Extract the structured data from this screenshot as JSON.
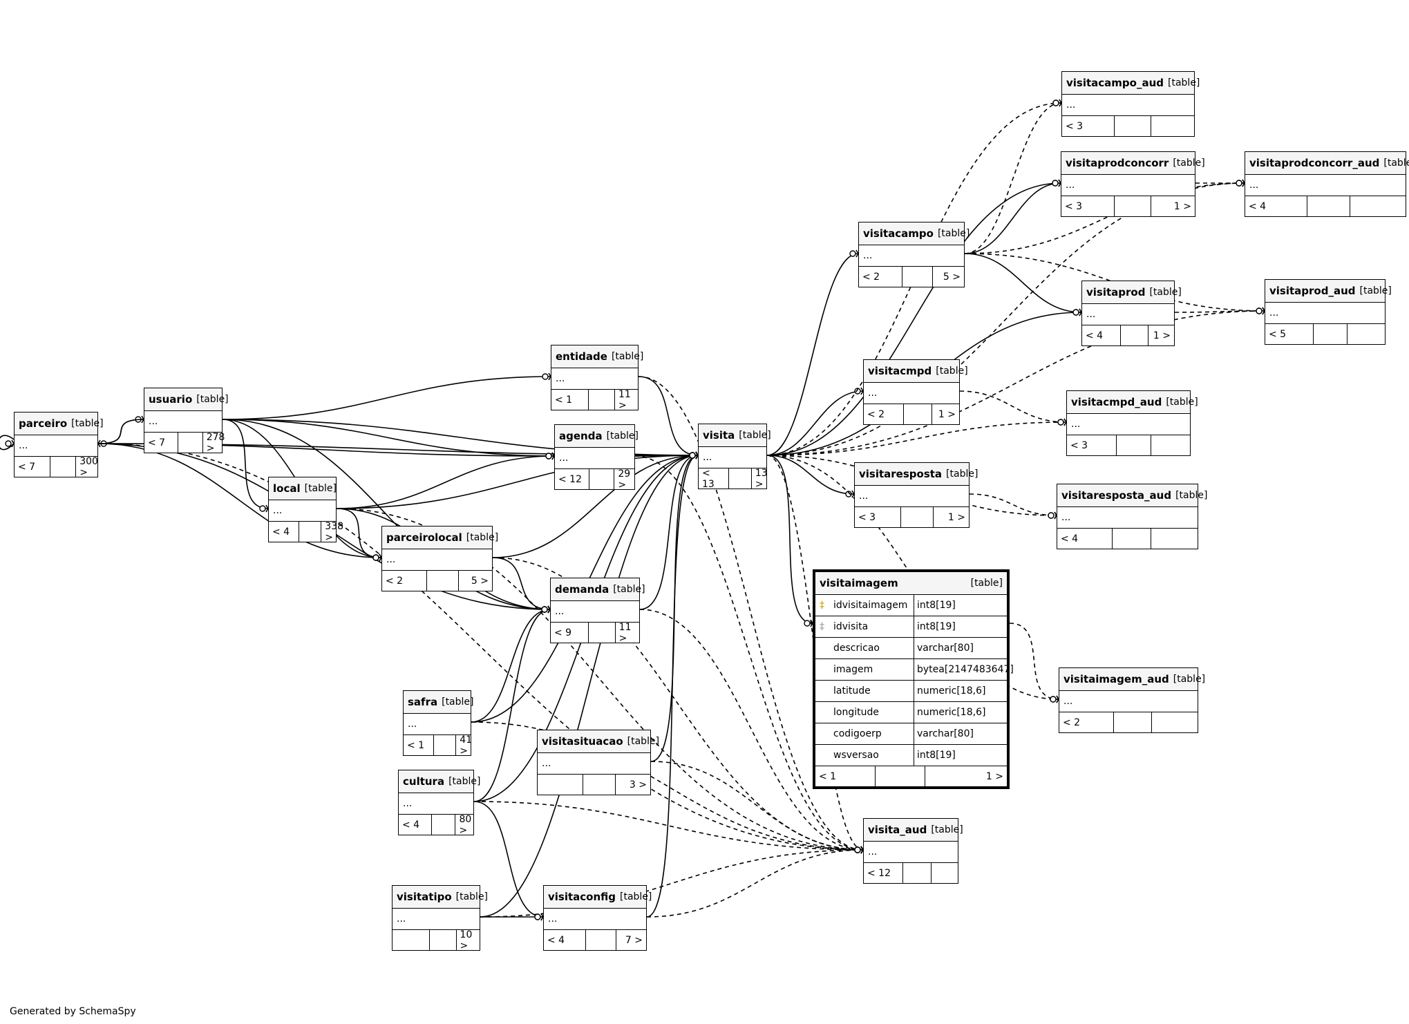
{
  "credit": "Generated by SchemaSpy",
  "table_tag": "[table]",
  "columns_placeholder": "...",
  "tables": {
    "parceiro": {
      "name": "parceiro",
      "parents": "< 7",
      "children": "300 >"
    },
    "usuario": {
      "name": "usuario",
      "parents": "< 7",
      "children": "278 >"
    },
    "local": {
      "name": "local",
      "parents": "< 4",
      "children": "338 >"
    },
    "parceirolocal": {
      "name": "parceirolocal",
      "parents": "< 2",
      "children": "5 >"
    },
    "entidade": {
      "name": "entidade",
      "parents": "< 1",
      "children": "11 >"
    },
    "agenda": {
      "name": "agenda",
      "parents": "< 12",
      "children": "29 >"
    },
    "demanda": {
      "name": "demanda",
      "parents": "< 9",
      "children": "11 >"
    },
    "visita": {
      "name": "visita",
      "parents": "< 13",
      "children": "13 >"
    },
    "safra": {
      "name": "safra",
      "parents": "< 1",
      "children": "41 >"
    },
    "cultura": {
      "name": "cultura",
      "parents": "< 4",
      "children": "80 >"
    },
    "visitasituacao": {
      "name": "visitasituacao",
      "parents": "",
      "children": "3 >"
    },
    "visitatipo": {
      "name": "visitatipo",
      "parents": "",
      "children": "10 >"
    },
    "visitaconfig": {
      "name": "visitaconfig",
      "parents": "< 4",
      "children": "7 >"
    },
    "visitacampo": {
      "name": "visitacampo",
      "parents": "< 2",
      "children": "5 >"
    },
    "visitacampo_aud": {
      "name": "visitacampo_aud",
      "parents": "< 3",
      "children": ""
    },
    "visitaprodconcorr": {
      "name": "visitaprodconcorr",
      "parents": "< 3",
      "children": "1 >"
    },
    "visitaprodconcorr_aud": {
      "name": "visitaprodconcorr_aud",
      "parents": "< 4",
      "children": ""
    },
    "visitaprod": {
      "name": "visitaprod",
      "parents": "< 4",
      "children": "1 >"
    },
    "visitaprod_aud": {
      "name": "visitaprod_aud",
      "parents": "< 5",
      "children": ""
    },
    "visitacmpd": {
      "name": "visitacmpd",
      "parents": "< 2",
      "children": "1 >"
    },
    "visitacmpd_aud": {
      "name": "visitacmpd_aud",
      "parents": "< 3",
      "children": ""
    },
    "visitaresposta": {
      "name": "visitaresposta",
      "parents": "< 3",
      "children": "1 >"
    },
    "visitaresposta_aud": {
      "name": "visitaresposta_aud",
      "parents": "< 4",
      "children": ""
    },
    "visitaimagem_aud": {
      "name": "visitaimagem_aud",
      "parents": "< 2",
      "children": ""
    },
    "visita_aud": {
      "name": "visita_aud",
      "parents": "< 12",
      "children": ""
    },
    "visitaimagem": {
      "name": "visitaimagem",
      "parents": "< 1",
      "children": "1 >",
      "columns": [
        {
          "name": "idvisitaimagem",
          "type": "int8[19]",
          "key": "pk"
        },
        {
          "name": "idvisita",
          "type": "int8[19]",
          "key": "fk"
        },
        {
          "name": "descricao",
          "type": "varchar[80]",
          "key": ""
        },
        {
          "name": "imagem",
          "type": "bytea[2147483647]",
          "key": ""
        },
        {
          "name": "latitude",
          "type": "numeric[18,6]",
          "key": ""
        },
        {
          "name": "longitude",
          "type": "numeric[18,6]",
          "key": ""
        },
        {
          "name": "codigoerp",
          "type": "varchar[80]",
          "key": ""
        },
        {
          "name": "wsversao",
          "type": "int8[19]",
          "key": ""
        }
      ]
    }
  },
  "relationships": [
    {
      "from": "parceiro",
      "to": "parceiro",
      "style": "solid"
    },
    {
      "from": "parceiro",
      "to": "usuario",
      "style": "solid"
    },
    {
      "from": "usuario",
      "to": "parceiro",
      "style": "solid"
    },
    {
      "from": "parceiro",
      "to": "agenda",
      "style": "solid"
    },
    {
      "from": "parceiro",
      "to": "demanda",
      "style": "solid"
    },
    {
      "from": "parceiro",
      "to": "parceirolocal",
      "style": "solid"
    },
    {
      "from": "parceiro",
      "to": "visita",
      "style": "solid"
    },
    {
      "from": "parceiro",
      "to": "visita_aud",
      "style": "dashed"
    },
    {
      "from": "usuario",
      "to": "local",
      "style": "solid"
    },
    {
      "from": "usuario",
      "to": "entidade",
      "style": "solid"
    },
    {
      "from": "usuario",
      "to": "agenda",
      "style": "solid"
    },
    {
      "from": "usuario",
      "to": "demanda",
      "style": "solid"
    },
    {
      "from": "usuario",
      "to": "visita",
      "style": "solid"
    },
    {
      "from": "usuario",
      "to": "parceirolocal",
      "style": "solid"
    },
    {
      "from": "local",
      "to": "parceirolocal",
      "style": "solid"
    },
    {
      "from": "local",
      "to": "agenda",
      "style": "solid"
    },
    {
      "from": "local",
      "to": "demanda",
      "style": "solid"
    },
    {
      "from": "local",
      "to": "visita",
      "style": "solid"
    },
    {
      "from": "local",
      "to": "visita_aud",
      "style": "dashed"
    },
    {
      "from": "entidade",
      "to": "visita",
      "style": "solid"
    },
    {
      "from": "entidade",
      "to": "visita_aud",
      "style": "dashed"
    },
    {
      "from": "agenda",
      "to": "visita",
      "style": "solid"
    },
    {
      "from": "agenda",
      "to": "visita_aud",
      "style": "dashed"
    },
    {
      "from": "parceirolocal",
      "to": "demanda",
      "style": "solid"
    },
    {
      "from": "parceirolocal",
      "to": "visita",
      "style": "solid"
    },
    {
      "from": "parceirolocal",
      "to": "visita_aud",
      "style": "dashed"
    },
    {
      "from": "demanda",
      "to": "visita",
      "style": "solid"
    },
    {
      "from": "demanda",
      "to": "visita_aud",
      "style": "dashed"
    },
    {
      "from": "safra",
      "to": "demanda",
      "style": "solid"
    },
    {
      "from": "safra",
      "to": "visita",
      "style": "solid"
    },
    {
      "from": "safra",
      "to": "visita_aud",
      "style": "dashed"
    },
    {
      "from": "cultura",
      "to": "demanda",
      "style": "solid"
    },
    {
      "from": "cultura",
      "to": "visita",
      "style": "solid"
    },
    {
      "from": "cultura",
      "to": "visitaconfig",
      "style": "solid"
    },
    {
      "from": "cultura",
      "to": "visita_aud",
      "style": "dashed"
    },
    {
      "from": "visitasituacao",
      "to": "visita",
      "style": "solid"
    },
    {
      "from": "visitasituacao",
      "to": "visita_aud",
      "style": "dashed"
    },
    {
      "from": "visitatipo",
      "to": "visitaconfig",
      "style": "solid"
    },
    {
      "from": "visitatipo",
      "to": "visita",
      "style": "solid"
    },
    {
      "from": "visitatipo",
      "to": "visita_aud",
      "style": "dashed"
    },
    {
      "from": "visitaconfig",
      "to": "visita",
      "style": "solid"
    },
    {
      "from": "visitaconfig",
      "to": "visita_aud",
      "style": "dashed"
    },
    {
      "from": "visita",
      "to": "visitacampo",
      "style": "solid"
    },
    {
      "from": "visita",
      "to": "visitaprodconcorr",
      "style": "solid"
    },
    {
      "from": "visita",
      "to": "visitaprod",
      "style": "solid"
    },
    {
      "from": "visita",
      "to": "visitacmpd",
      "style": "solid"
    },
    {
      "from": "visita",
      "to": "visitaresposta",
      "style": "solid"
    },
    {
      "from": "visita",
      "to": "visitaimagem",
      "style": "solid"
    },
    {
      "from": "visita",
      "to": "visitacampo_aud",
      "style": "dashed"
    },
    {
      "from": "visita",
      "to": "visitaprodconcorr_aud",
      "style": "dashed"
    },
    {
      "from": "visita",
      "to": "visitaprod_aud",
      "style": "dashed"
    },
    {
      "from": "visita",
      "to": "visitacmpd_aud",
      "style": "dashed"
    },
    {
      "from": "visita",
      "to": "visitaresposta_aud",
      "style": "dashed"
    },
    {
      "from": "visita",
      "to": "visitaimagem_aud",
      "style": "dashed"
    },
    {
      "from": "visita",
      "to": "visita_aud",
      "style": "dashed"
    },
    {
      "from": "visitacampo",
      "to": "visitaprodconcorr",
      "style": "solid"
    },
    {
      "from": "visitacampo",
      "to": "visitaprod",
      "style": "solid"
    },
    {
      "from": "visitacampo",
      "to": "visitacampo_aud",
      "style": "dashed"
    },
    {
      "from": "visitacampo",
      "to": "visitaprodconcorr_aud",
      "style": "dashed"
    },
    {
      "from": "visitacampo",
      "to": "visitaprod_aud",
      "style": "dashed"
    },
    {
      "from": "visitaprodconcorr",
      "to": "visitaprodconcorr_aud",
      "style": "dashed"
    },
    {
      "from": "visitaprod",
      "to": "visitaprod_aud",
      "style": "dashed"
    },
    {
      "from": "visitacmpd",
      "to": "visitacmpd_aud",
      "style": "dashed"
    },
    {
      "from": "visitaresposta",
      "to": "visitaresposta_aud",
      "style": "dashed"
    },
    {
      "from": "visitaimagem",
      "to": "visitaimagem_aud",
      "style": "dashed"
    }
  ]
}
